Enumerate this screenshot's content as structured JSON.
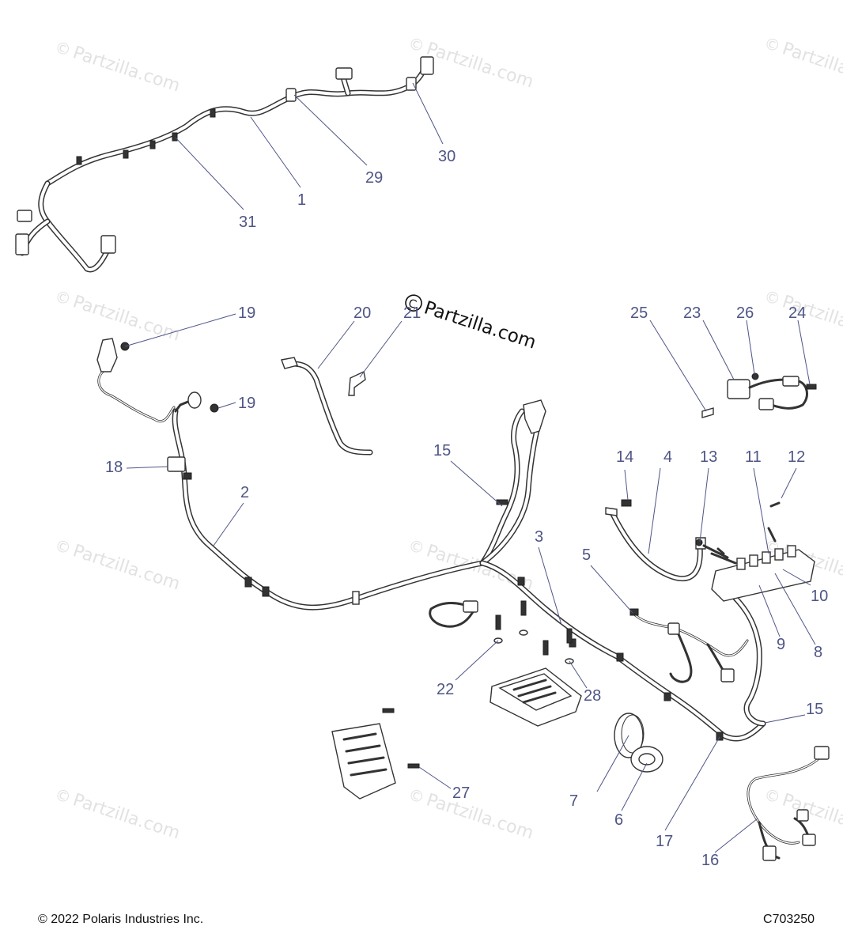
{
  "watermark": {
    "brand": "Partzilla.com",
    "mark": "©",
    "center_text": "Partzilla.com"
  },
  "callouts": [
    "1",
    "2",
    "3",
    "4",
    "5",
    "6",
    "7",
    "8",
    "9",
    "10",
    "11",
    "12",
    "13",
    "14",
    "15",
    "15",
    "16",
    "17",
    "18",
    "19",
    "19",
    "20",
    "21",
    "22",
    "23",
    "24",
    "25",
    "26",
    "27",
    "28",
    "29",
    "30",
    "31"
  ],
  "footer": {
    "copyright": "© 2022 Polaris Industries Inc.",
    "figure_code": "C703250"
  },
  "colors": {
    "callout": "#4e5586",
    "line_art": "#333333",
    "watermark": "#e2e2e2"
  }
}
